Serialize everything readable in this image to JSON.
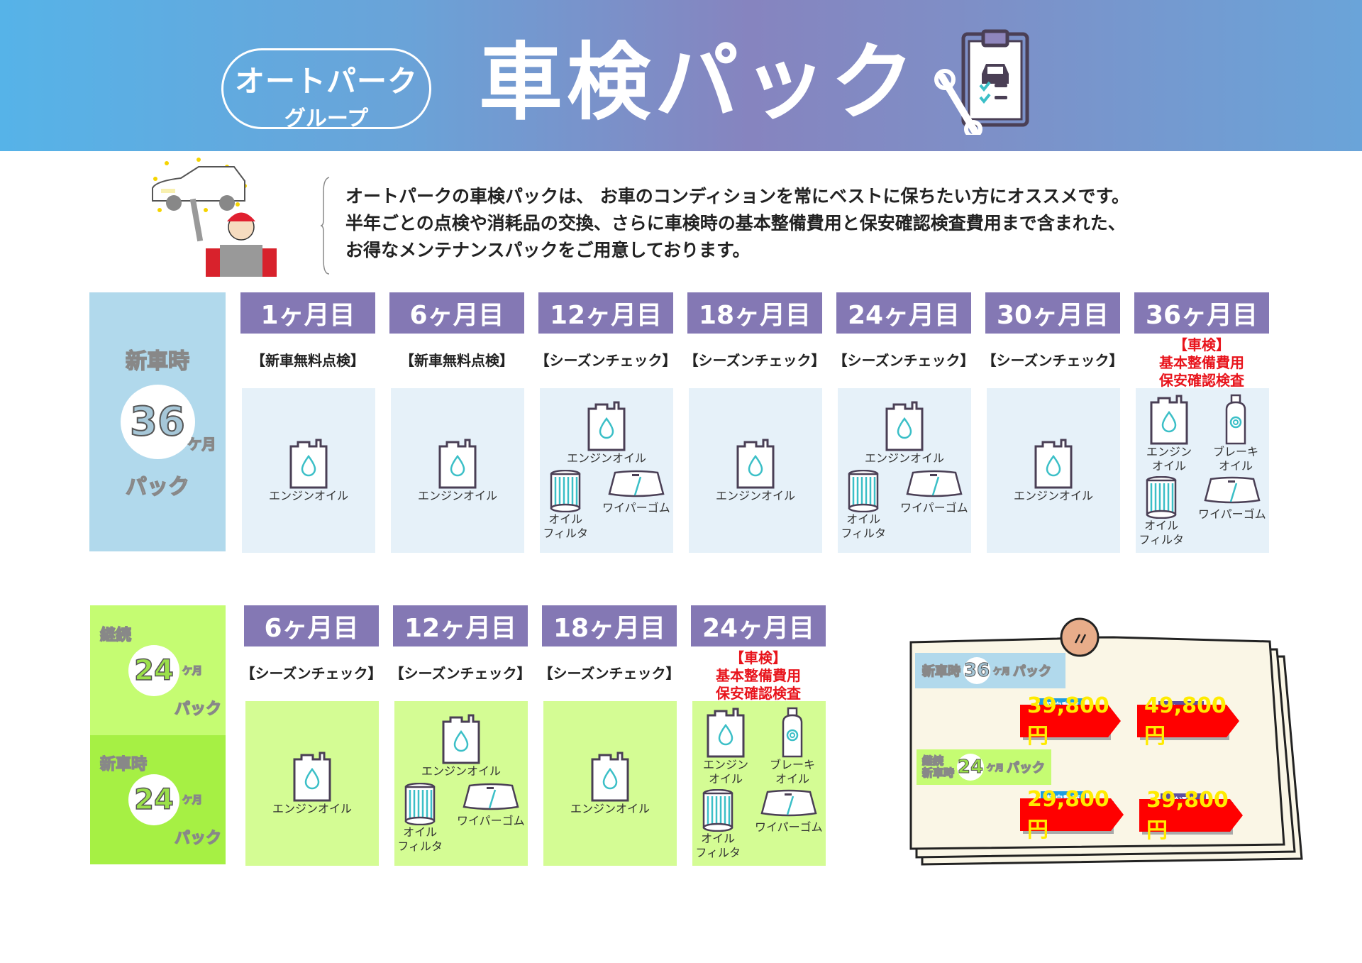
{
  "header": {
    "logo_line1": "オートパーク",
    "logo_line2": "グループ",
    "title": "車検パック",
    "icon": "clipboard-car-wrench-icon"
  },
  "intro": {
    "lines": [
      "オートパークの車検パックは、 お車のコンディションを常にベストに保ちたい方にオススメです。",
      "半年ごとの点検や消耗品の交換、さらに車検時の基本整備費用と保安確認検査費用まで含まれた、",
      "お得なメンテナンスパックをご用意しております。"
    ],
    "illustration": "mechanic-with-car-illustration"
  },
  "pack36": {
    "side": {
      "top": "新車時",
      "number": "36",
      "unit": "ケ月",
      "bottom": "パック"
    },
    "colors": {
      "side": "#b1d9ec",
      "card": "#e6f1f9",
      "header": "#8478b4"
    },
    "columns": [
      {
        "month": "1ヶ月目",
        "label": "【新車無料点検】",
        "items": [
          "エンジンオイル"
        ]
      },
      {
        "month": "6ヶ月目",
        "label": "【新車無料点検】",
        "items": [
          "エンジンオイル"
        ]
      },
      {
        "month": "12ヶ月目",
        "label": "【シーズンチェック】",
        "items": [
          "エンジンオイル",
          "オイル\nフィルタ",
          "ワイパーゴム"
        ]
      },
      {
        "month": "18ヶ月目",
        "label": "【シーズンチェック】",
        "items": [
          "エンジンオイル"
        ]
      },
      {
        "month": "24ヶ月目",
        "label": "【シーズンチェック】",
        "items": [
          "エンジンオイル",
          "オイル\nフィルタ",
          "ワイパーゴム"
        ]
      },
      {
        "month": "30ヶ月目",
        "label": "【シーズンチェック】",
        "items": [
          "エンジンオイル"
        ]
      },
      {
        "month": "36ヶ月目",
        "label_red": [
          "【車検】",
          "基本整備費用",
          "保安確認検査"
        ],
        "items": [
          "エンジン\nオイル",
          "ブレーキ\nオイル",
          "オイル\nフィルタ",
          "ワイパーゴム"
        ]
      }
    ]
  },
  "pack24": {
    "side_continue": {
      "top": "継続",
      "number": "24",
      "unit": "ケ月",
      "bottom": "パック"
    },
    "side_new": {
      "top": "新車時",
      "number": "24",
      "unit": "ケ月",
      "bottom": "パック"
    },
    "colors": {
      "side_continue": "#c5fc72",
      "side_new": "#a6f044",
      "card": "#d4fc94"
    },
    "columns": [
      {
        "month": "6ヶ月目",
        "label": "【シーズンチェック】",
        "items": [
          "エンジンオイル"
        ]
      },
      {
        "month": "12ヶ月目",
        "label": "【シーズンチェック】",
        "items": [
          "エンジンオイル",
          "オイル\nフィルタ",
          "ワイパーゴム"
        ]
      },
      {
        "month": "18ヶ月目",
        "label": "【シーズンチェック】",
        "items": [
          "エンジンオイル"
        ]
      },
      {
        "month": "24ヶ月目",
        "label_red": [
          "【車検】",
          "基本整備費用",
          "保安確認検査"
        ],
        "items": [
          "エンジン\nオイル",
          "ブレーキ\nオイル",
          "オイル\nフィルタ",
          "ワイパーゴム"
        ]
      }
    ]
  },
  "prices": {
    "pack36": {
      "label_top": "新車時",
      "number": "36",
      "unit": "ケ月",
      "suffix": "パック",
      "kei": {
        "type": "軽自動車",
        "price": "39,800円"
      },
      "futsu": {
        "type": "普通車",
        "price": "49,800円"
      }
    },
    "pack24": {
      "label_top": "継続",
      "label_bottom": "新車時",
      "number": "24",
      "unit": "ケ月",
      "suffix": "パック",
      "kei": {
        "type": "軽自動車",
        "price": "29,800円"
      },
      "futsu": {
        "type": "普通車",
        "price": "39,800円"
      }
    },
    "colors": {
      "tag": "#ff0000",
      "price_text": "#ffeb00",
      "kei_label": "#1f9ee0",
      "futsu_label": "#5c4fa0",
      "board": "#faf6e6",
      "pin": "#e8ad8a"
    }
  }
}
